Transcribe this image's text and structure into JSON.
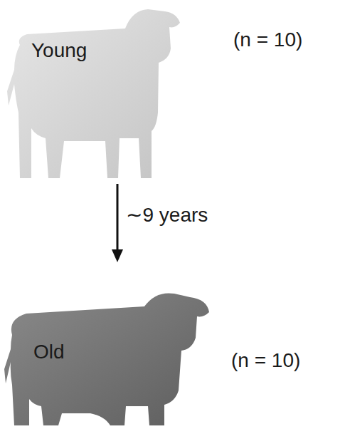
{
  "diagram": {
    "nodes": [
      {
        "text": [
          "Young"
        ]
      },
      {
        "text": [
          "Old"
        ]
      }
    ],
    "edges": [
      {
        "from": 0,
        "to": 1,
        "arrow": "to",
        "label": "∼9 years"
      }
    ],
    "labels": [
      "(n = 10)",
      "(n = 10)"
    ]
  }
}
